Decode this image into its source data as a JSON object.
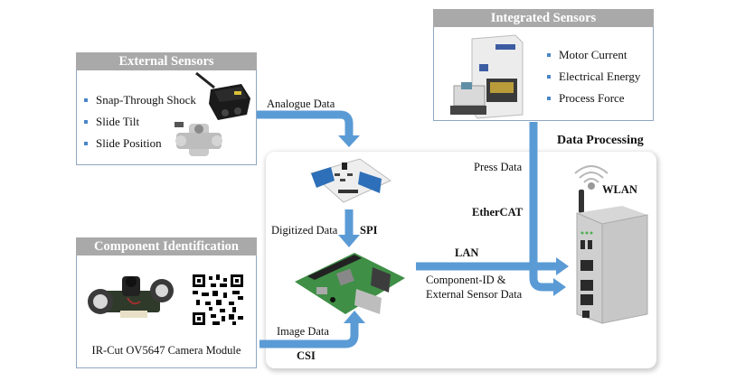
{
  "external_sensors": {
    "title": "External Sensors",
    "items": [
      "Snap-Through Shock",
      "Slide Tilt",
      "Slide Position"
    ],
    "images": [
      "laser-sensor",
      "tilt-sensor"
    ]
  },
  "integrated_sensors": {
    "title": "Integrated Sensors",
    "items": [
      "Motor Current",
      "Electrical Energy",
      "Process Force"
    ],
    "images": [
      "press-machine"
    ]
  },
  "component_identification": {
    "title": "Component Identification",
    "caption": "IR-Cut OV5647 Camera Module",
    "images": [
      "camera-module",
      "qr-code"
    ]
  },
  "data_processing": {
    "title": "Data Processing",
    "wlan_label": "WLAN",
    "images": [
      "ad-converter-board",
      "raspberry-pi",
      "edge-gateway",
      "wifi-signal"
    ]
  },
  "flows": {
    "analogue": "Analogue Data",
    "digitized": "Digitized Data",
    "spi": "SPI",
    "image": "Image Data",
    "csi": "CSI",
    "press": "Press Data",
    "ethercat": "EtherCAT",
    "lan": "LAN",
    "component_line1": "Component-ID &",
    "component_line2": "External Sensor Data"
  },
  "colors": {
    "arrow": "#5b9bd5",
    "panel_header": "#a9a9a9",
    "panel_border": "#8fa6c2",
    "bullet": "#4a86c8"
  }
}
